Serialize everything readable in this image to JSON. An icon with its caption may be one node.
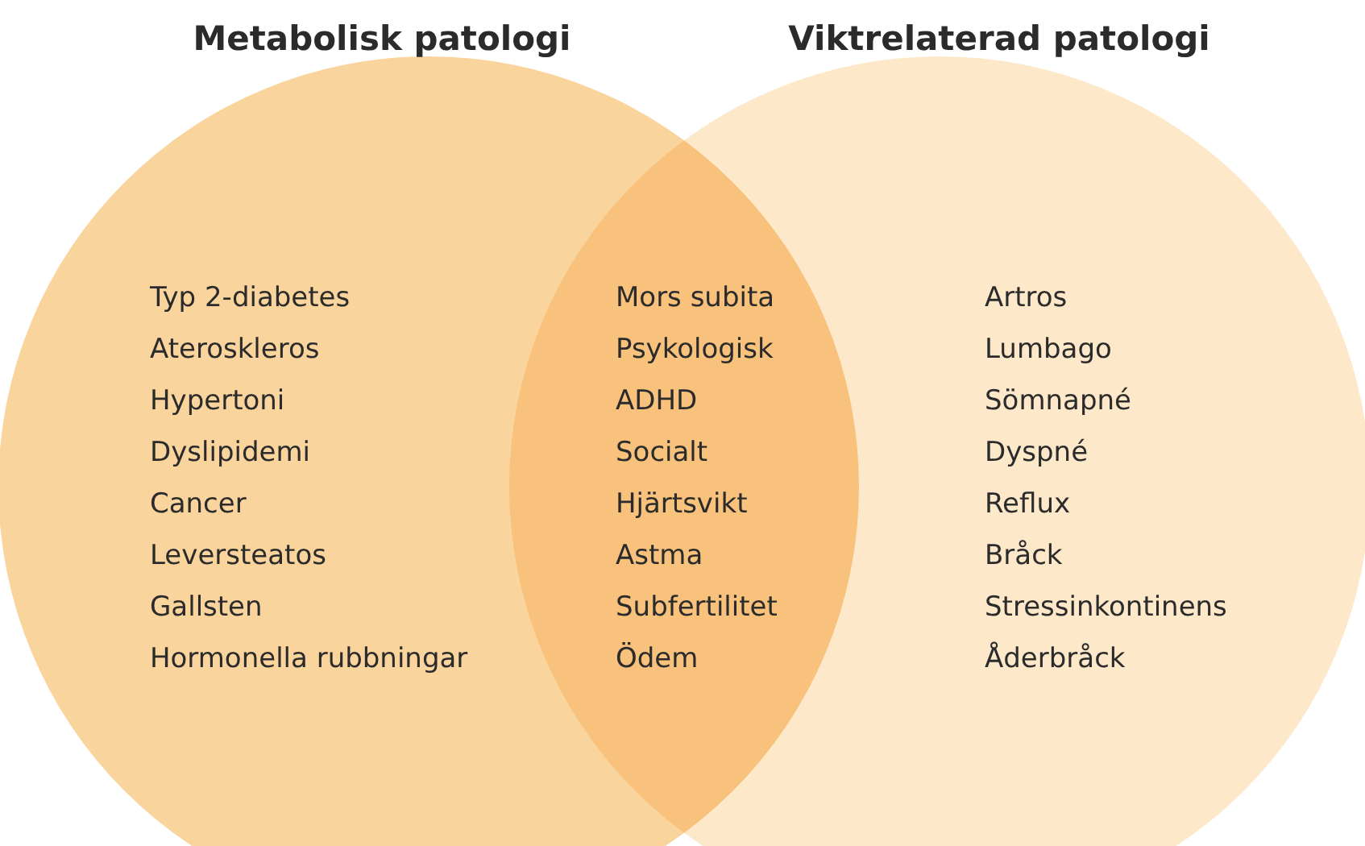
{
  "diagram": {
    "nodes": [
      {
        "text": [
          "Metabolisk patologi",
          "Typ 2-diabetes",
          "Ateroskleros",
          "Hypertoni",
          "Dyslipidemi",
          "Cancer",
          "Leversteatos",
          "Gallsten",
          "Hormonella rubbningar"
        ]
      },
      {
        "text": [
          "Viktrelaterad patologi",
          "Artros",
          "Lumbago",
          "Sömnapné",
          "Dyspné",
          "Reflux",
          "Bråck",
          "Stressinkontinens",
          "Åderbråck"
        ]
      }
    ],
    "labels": [
      "Mors subita",
      "Psykologisk",
      "ADHD",
      "Socialt",
      "Hjärtsvikt",
      "Astma",
      "Subfertilitet",
      "Ödem"
    ]
  }
}
